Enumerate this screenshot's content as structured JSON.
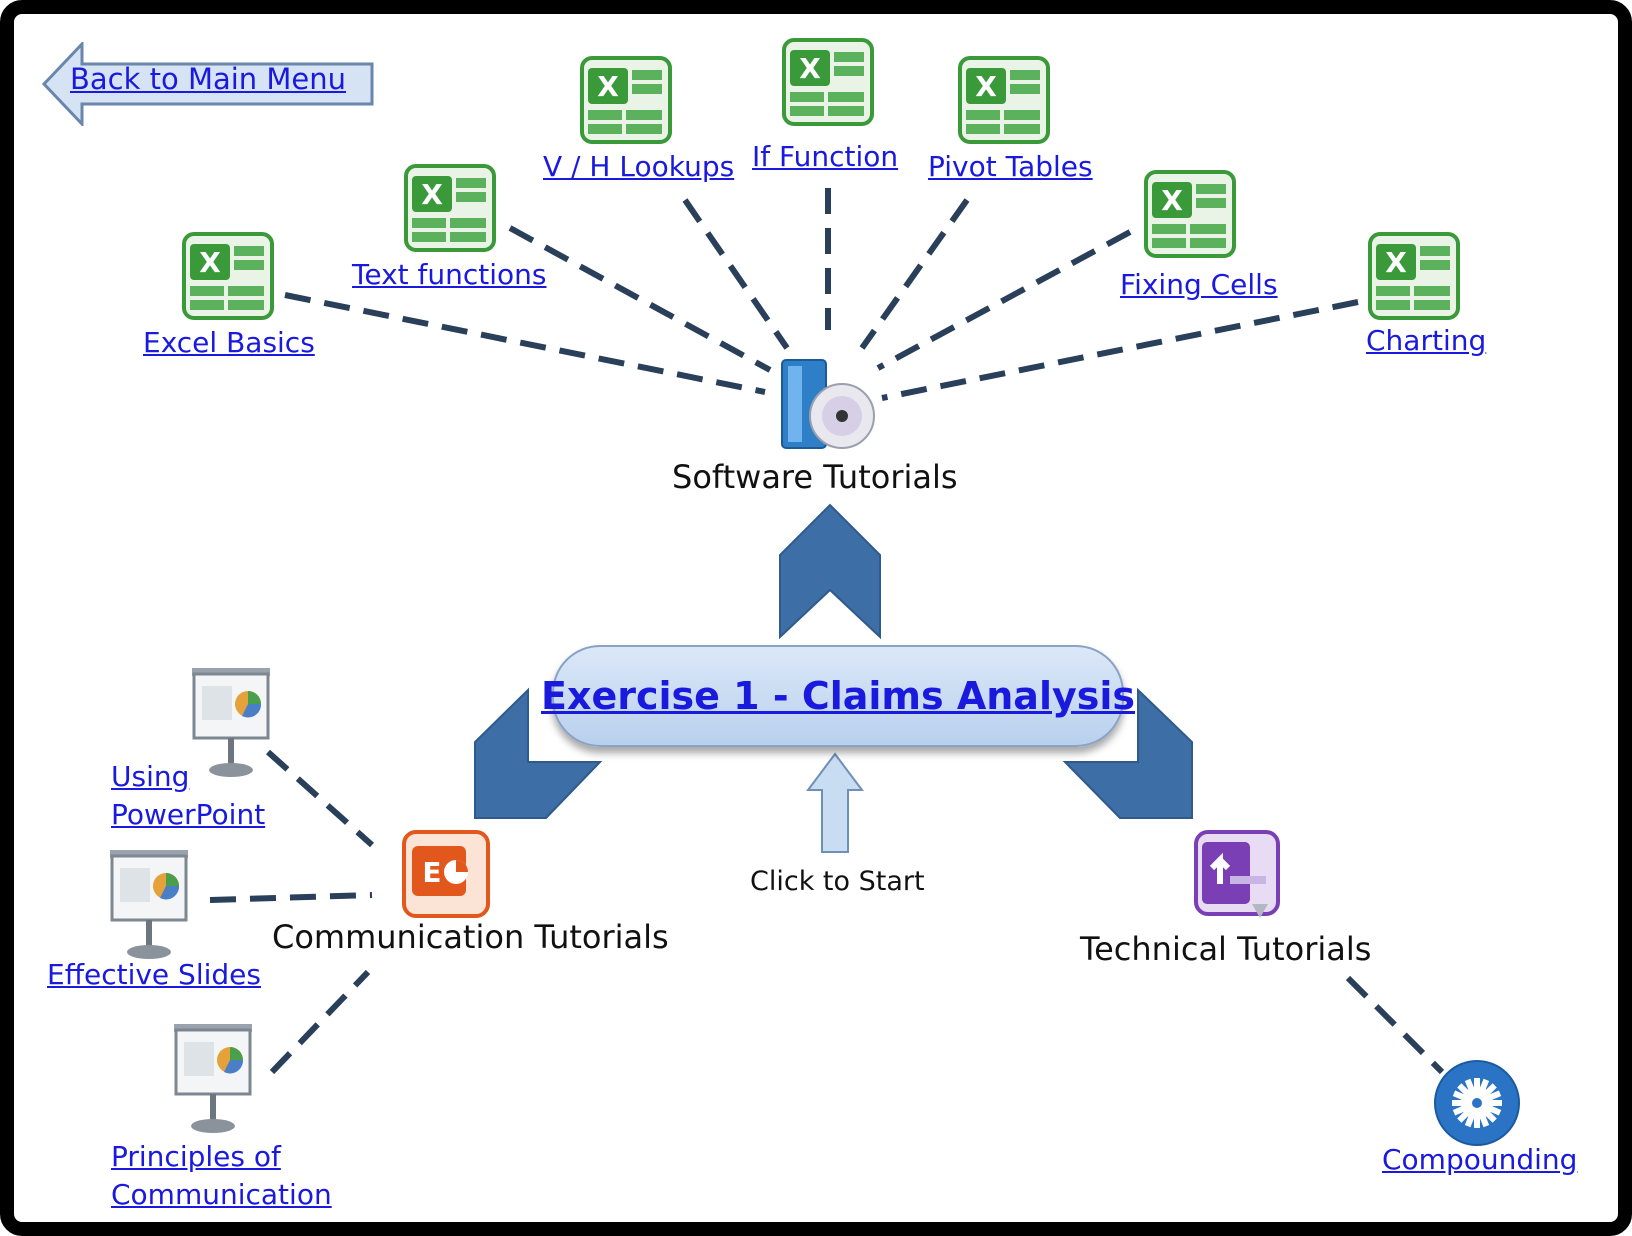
{
  "nav": {
    "back_label": "Back to Main Menu"
  },
  "main": {
    "exercise_label": "Exercise 1 - Claims Analysis",
    "start_label": "Click to Start"
  },
  "software": {
    "title": "Software Tutorials",
    "items": [
      {
        "label": "Excel Basics",
        "icon": "excel-icon"
      },
      {
        "label": "Text functions",
        "icon": "excel-icon"
      },
      {
        "label": "V / H Lookups",
        "icon": "excel-icon"
      },
      {
        "label": "If Function",
        "icon": "excel-icon"
      },
      {
        "label": "Pivot Tables",
        "icon": "excel-icon"
      },
      {
        "label": "Fixing Cells",
        "icon": "excel-icon"
      },
      {
        "label": "Charting",
        "icon": "excel-icon"
      }
    ]
  },
  "communication": {
    "title": "Communication Tutorials",
    "items": [
      {
        "label_line1": "Using",
        "label_line2": "PowerPoint",
        "icon": "presentation-screen-icon"
      },
      {
        "label": "Effective Slides",
        "icon": "presentation-screen-icon"
      },
      {
        "label_line1": "Principles of",
        "label_line2": "Communication",
        "icon": "presentation-screen-icon"
      }
    ]
  },
  "technical": {
    "title": "Technical Tutorials",
    "items": [
      {
        "label": "Compounding",
        "icon": "gear-disc-icon"
      }
    ]
  },
  "colors": {
    "link": "#1a1adf",
    "arrow": "#3d6ea5",
    "dash": "#2a3f5a",
    "excel_green": "#3a9a3a",
    "powerpoint_orange": "#e2571c",
    "onenote_purple": "#7b3fb5"
  }
}
